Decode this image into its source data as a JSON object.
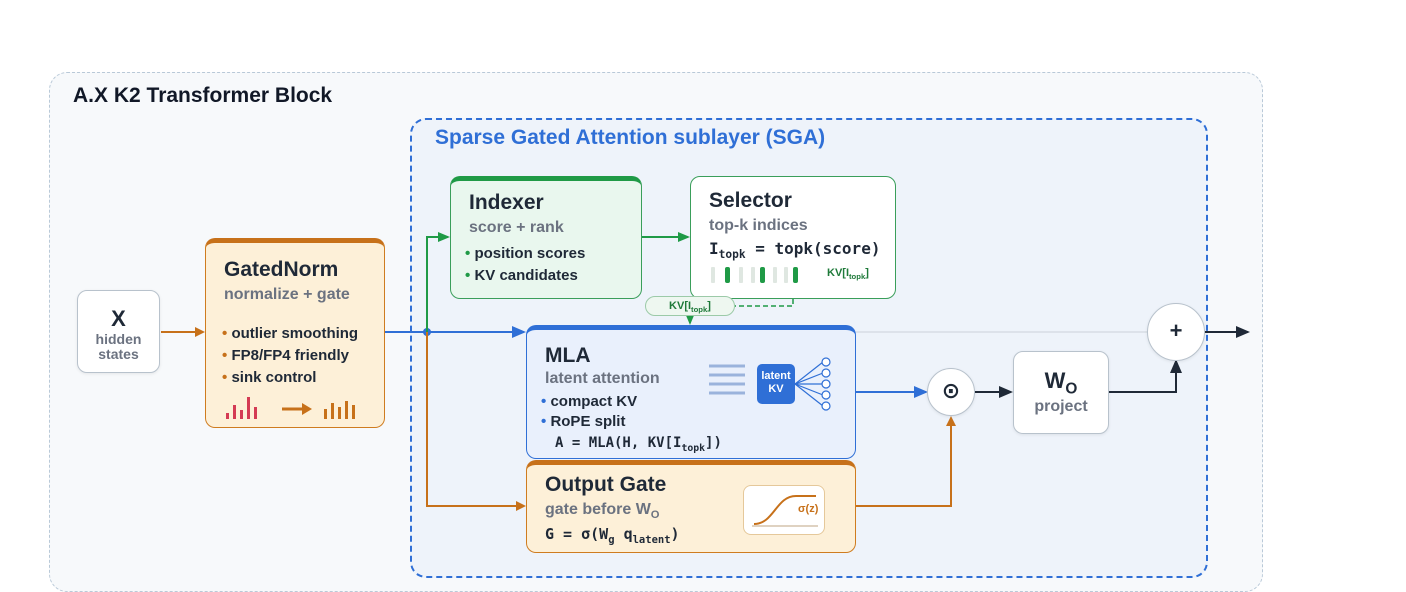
{
  "outer": {
    "title": "A.X K2 Transformer Block"
  },
  "sga": {
    "title": "Sparse Gated Attention sublayer (SGA)"
  },
  "input": {
    "label": "X",
    "sub_line1": "hidden",
    "sub_line2": "states"
  },
  "gated_norm": {
    "title": "GatedNorm",
    "subtitle": "normalize + gate",
    "bullets": [
      "outlier smoothing",
      "FP8/FP4 friendly",
      "sink control"
    ]
  },
  "indexer": {
    "title": "Indexer",
    "subtitle": "score + rank",
    "bullets": [
      "position scores",
      "KV candidates"
    ]
  },
  "selector": {
    "title": "Selector",
    "subtitle": "top-k indices",
    "formula_lhs": "I",
    "formula_sub": "topk",
    "formula_rhs": " = topk(score)",
    "kv_label": "KV[I",
    "kv_sub": "topk",
    "kv_close": "]"
  },
  "kv_tag": {
    "text": "KV[I",
    "sub": "topk",
    "close": "]"
  },
  "mla": {
    "title": "MLA",
    "subtitle": "latent attention",
    "bullets": [
      "compact KV",
      "RoPE split"
    ],
    "formula_a": "A = MLA(H, KV[I",
    "formula_sub": "topk",
    "formula_close": "])",
    "latent_label_1": "latent",
    "latent_label_2": "KV"
  },
  "output_gate": {
    "title": "Output Gate",
    "subtitle": "gate before W",
    "subtitle_sub": "O",
    "formula_a": "G = σ(W",
    "formula_sub1": "g",
    "formula_b": " q",
    "formula_sub2": "latent",
    "formula_close": ")",
    "sigma_label": "σ(z)"
  },
  "hadamard": {
    "symbol": "⊙"
  },
  "projection": {
    "title": "W",
    "title_sub": "O",
    "subtitle": "project"
  },
  "residual_add": {
    "symbol": "+"
  },
  "colors": {
    "orange": "#c7711a",
    "blue": "#2f6fd6",
    "green": "#1f9a46",
    "dark": "#1f2937"
  }
}
